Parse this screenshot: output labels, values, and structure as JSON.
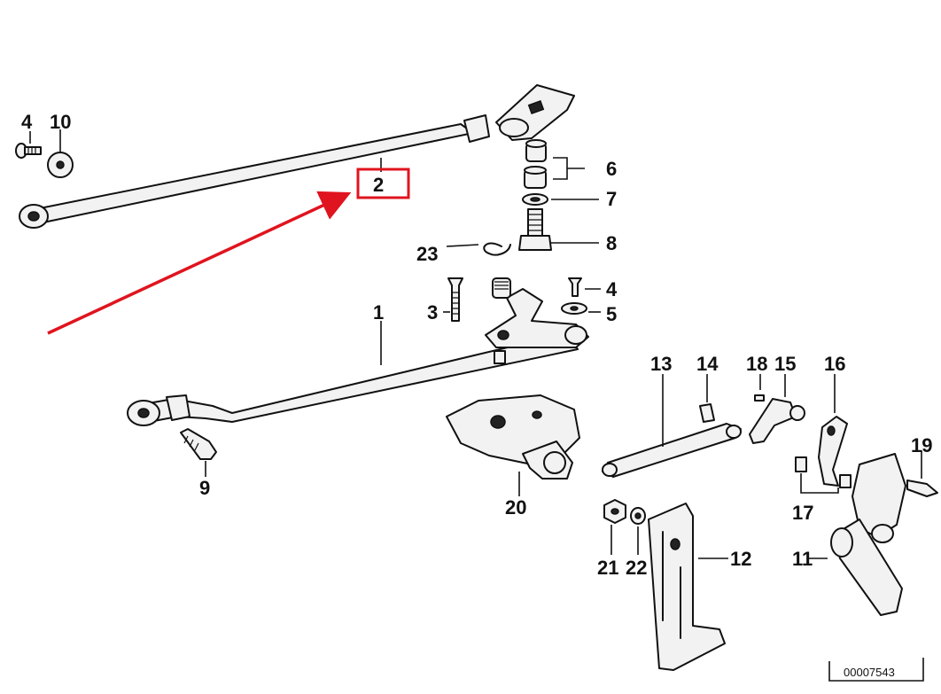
{
  "labels": {
    "l1": "1",
    "l2": "2",
    "l3": "3",
    "l4a": "4",
    "l4b": "4",
    "l5": "5",
    "l6": "6",
    "l7": "7",
    "l8": "8",
    "l9": "9",
    "l10": "10",
    "l11": "11",
    "l12": "12",
    "l13": "13",
    "l14": "14",
    "l15": "15",
    "l16": "16",
    "l17": "17",
    "l18": "18",
    "l19": "19",
    "l20": "20",
    "l21": "21",
    "l22": "22",
    "l23": "23"
  },
  "reference_number": "00007543",
  "highlight": {
    "part": "2",
    "box_color": "#e0141e",
    "arrow_color": "#e0141e"
  }
}
